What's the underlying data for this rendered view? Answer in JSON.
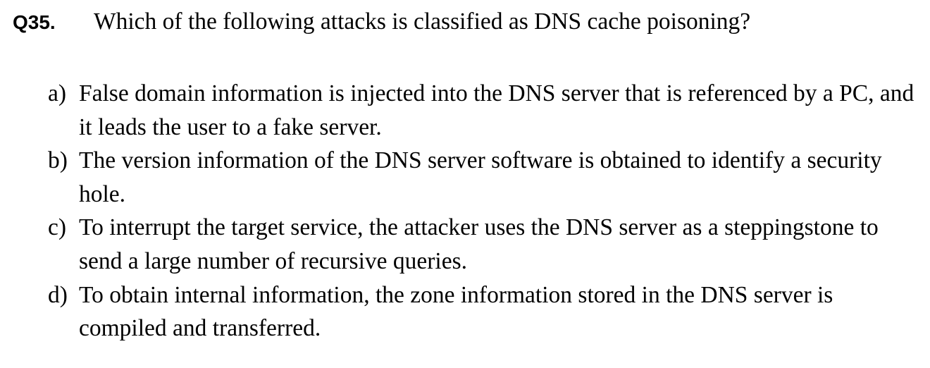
{
  "page": {
    "background_color": "#ffffff",
    "text_color": "#000000"
  },
  "question": {
    "number": "Q35.",
    "text": "Which of the following attacks is classified as DNS cache poisoning?"
  },
  "options": [
    {
      "label": "a)",
      "text": "False domain information is injected into the DNS server that is referenced by a PC, and it leads the user to a fake server."
    },
    {
      "label": "b)",
      "text": "The version information of the DNS server software is obtained to identify a security hole."
    },
    {
      "label": "c)",
      "text": "To interrupt the target service, the attacker uses the DNS server as a steppingstone to send a large number of recursive queries."
    },
    {
      "label": "d)",
      "text": "To obtain internal information, the zone information stored in the DNS server is compiled and transferred."
    }
  ]
}
